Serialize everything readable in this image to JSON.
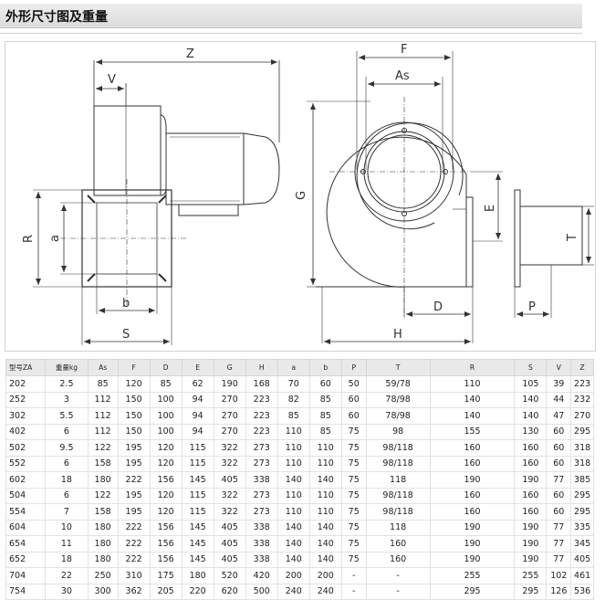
{
  "page": {
    "title": "外形尺寸图及重量"
  },
  "drawing": {
    "labels": {
      "z": "Z",
      "v": "V",
      "r": "R",
      "a": "a",
      "b": "b",
      "s": "S",
      "f": "F",
      "as": "As",
      "g": "G",
      "e": "E",
      "d": "D",
      "h": "H",
      "t": "T",
      "p": "P"
    }
  },
  "table": {
    "headers": [
      "型号ZA",
      "重量kg",
      "As",
      "F",
      "D",
      "E",
      "G",
      "H",
      "a",
      "b",
      "P",
      "T",
      "R",
      "S",
      "V",
      "Z"
    ],
    "rows": [
      [
        "202",
        "2.5",
        "85",
        "120",
        "85",
        "62",
        "190",
        "168",
        "70",
        "60",
        "50",
        "59/78",
        "110",
        "105",
        "39",
        "223"
      ],
      [
        "252",
        "3",
        "112",
        "150",
        "100",
        "94",
        "270",
        "223",
        "82",
        "85",
        "60",
        "78/98",
        "140",
        "140",
        "44",
        "232"
      ],
      [
        "302",
        "5.5",
        "112",
        "150",
        "100",
        "94",
        "270",
        "223",
        "85",
        "85",
        "60",
        "78/98",
        "140",
        "140",
        "47",
        "270"
      ],
      [
        "402",
        "6",
        "112",
        "150",
        "100",
        "94",
        "270",
        "223",
        "110",
        "85",
        "75",
        "98",
        "155",
        "130",
        "60",
        "295"
      ],
      [
        "502",
        "9.5",
        "122",
        "195",
        "120",
        "115",
        "322",
        "273",
        "110",
        "110",
        "75",
        "98/118",
        "160",
        "160",
        "60",
        "318"
      ],
      [
        "552",
        "6",
        "158",
        "195",
        "120",
        "115",
        "322",
        "273",
        "110",
        "110",
        "75",
        "98/118",
        "160",
        "160",
        "60",
        "318"
      ],
      [
        "602",
        "18",
        "180",
        "222",
        "156",
        "145",
        "405",
        "338",
        "140",
        "140",
        "75",
        "118",
        "190",
        "190",
        "77",
        "385"
      ],
      [
        "504",
        "6",
        "122",
        "195",
        "120",
        "115",
        "322",
        "273",
        "110",
        "110",
        "75",
        "98/118",
        "160",
        "160",
        "60",
        "295"
      ],
      [
        "554",
        "7",
        "158",
        "195",
        "120",
        "115",
        "322",
        "273",
        "110",
        "110",
        "75",
        "98/118",
        "160",
        "160",
        "60",
        "295"
      ],
      [
        "604",
        "10",
        "180",
        "222",
        "156",
        "145",
        "405",
        "338",
        "140",
        "140",
        "75",
        "118",
        "190",
        "190",
        "77",
        "335"
      ],
      [
        "654",
        "11",
        "180",
        "222",
        "156",
        "145",
        "405",
        "338",
        "140",
        "140",
        "75",
        "160",
        "190",
        "190",
        "77",
        "345"
      ],
      [
        "652",
        "18",
        "180",
        "222",
        "156",
        "145",
        "405",
        "338",
        "140",
        "140",
        "75",
        "160",
        "190",
        "190",
        "77",
        "405"
      ],
      [
        "704",
        "22",
        "250",
        "310",
        "175",
        "180",
        "520",
        "420",
        "200",
        "200",
        "-",
        "-",
        "255",
        "255",
        "102",
        "461"
      ],
      [
        "754",
        "30",
        "300",
        "362",
        "205",
        "220",
        "620",
        "500",
        "240",
        "240",
        "-",
        "-",
        "295",
        "295",
        "126",
        "536"
      ]
    ]
  }
}
